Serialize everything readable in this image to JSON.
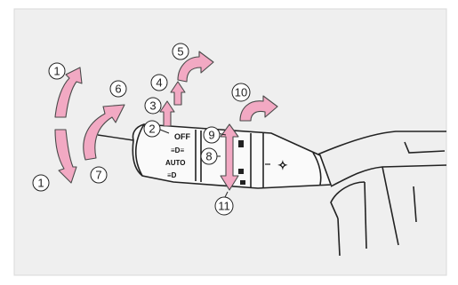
{
  "figure": {
    "colors": {
      "background": "#ffffff",
      "panel": "#efefef",
      "arrow_fill": "#f2a9c3",
      "arrow_stroke": "#4a4a4a",
      "line": "#222222",
      "lever_fill": "#fafafa"
    },
    "callouts": [
      {
        "id": "1a",
        "text": "1"
      },
      {
        "id": "1b",
        "text": "1"
      },
      {
        "id": "2",
        "text": "2"
      },
      {
        "id": "3",
        "text": "3"
      },
      {
        "id": "4",
        "text": "4"
      },
      {
        "id": "5",
        "text": "5"
      },
      {
        "id": "6",
        "text": "6"
      },
      {
        "id": "7",
        "text": "7"
      },
      {
        "id": "8",
        "text": "8"
      },
      {
        "id": "9",
        "text": "9"
      },
      {
        "id": "10",
        "text": "10"
      },
      {
        "id": "11",
        "text": "11"
      }
    ],
    "switch_labels": {
      "off": "OFF",
      "parking": "≡D≡",
      "auto": "AUTO",
      "headlamp": "≡D",
      "fog": "✧"
    }
  }
}
